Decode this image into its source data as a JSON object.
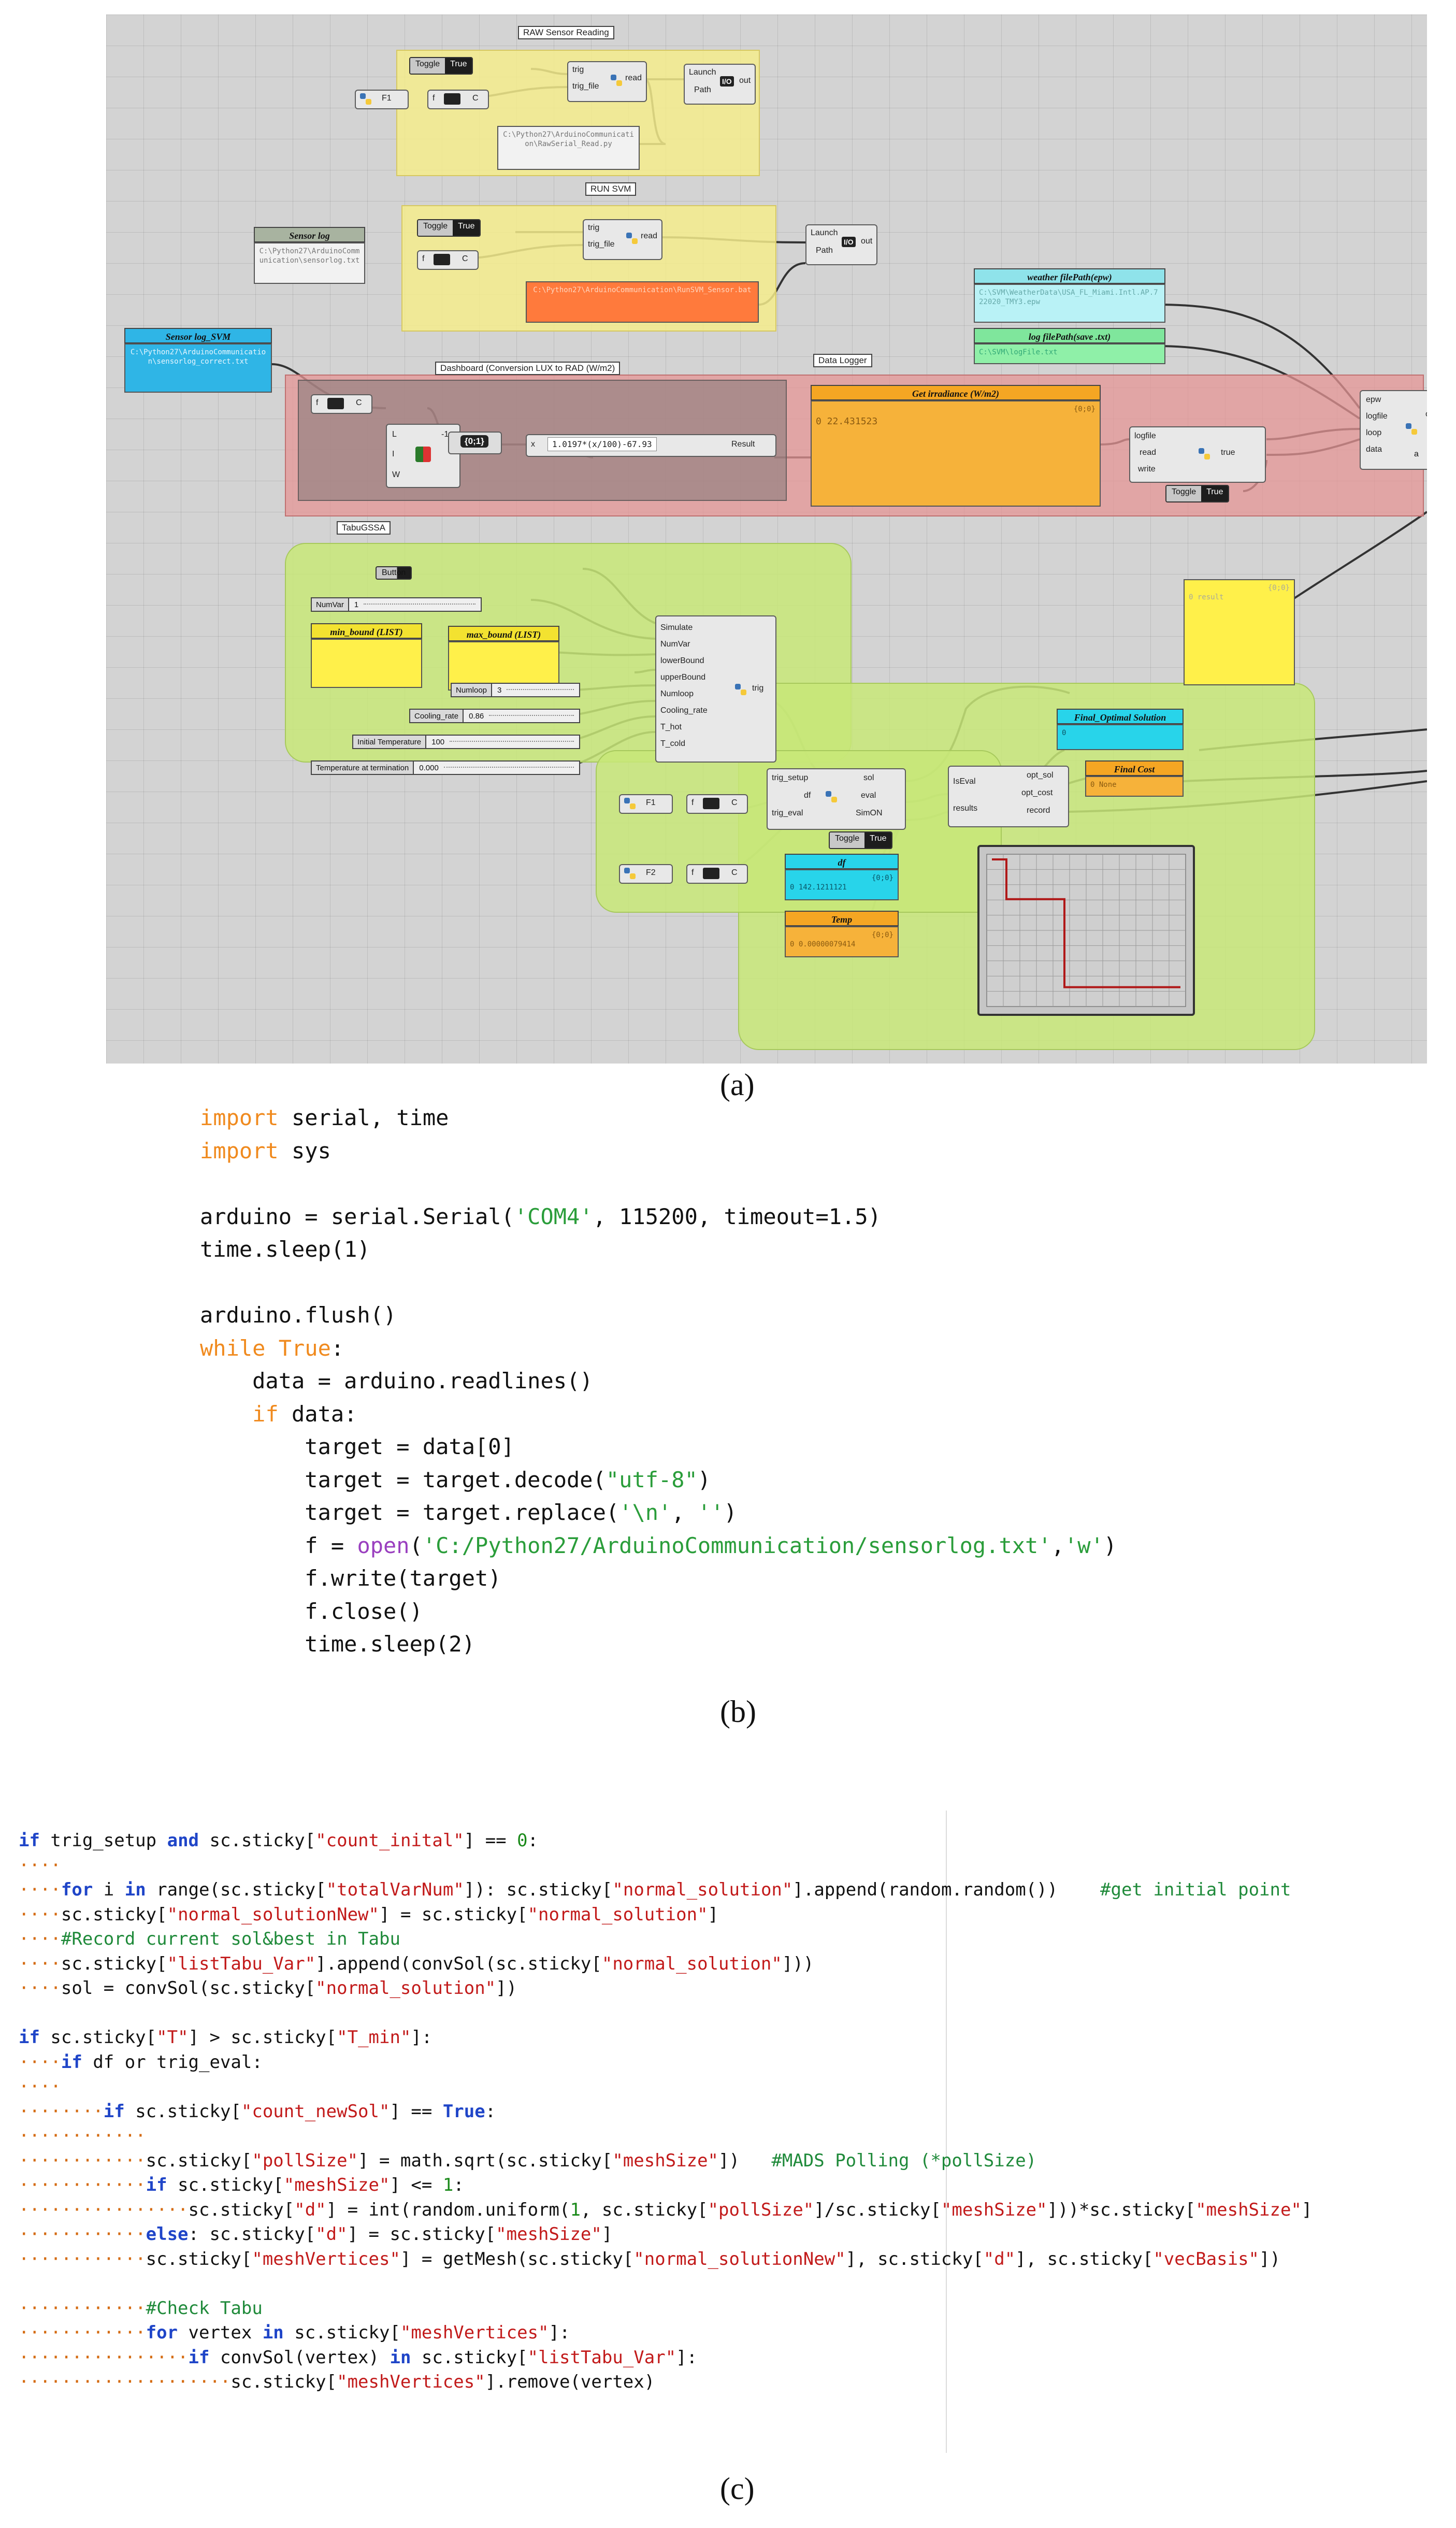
{
  "captions": {
    "a": "(a)",
    "b": "(b)",
    "c": "(c)"
  },
  "canvas": {
    "groups": {
      "raw": "RAW Sensor Reading",
      "svm": "RUN SVM",
      "dashboard": "Dashboard (Conversion LUX to RAD (W/m2)",
      "logger": "Data Logger",
      "tabu": "TabuGSSA"
    },
    "raw_sensor": {
      "toggle_label": "Toggle",
      "toggle_value": "True",
      "f1": "F1",
      "f": "f",
      "c": "C",
      "py_in1": "trig",
      "py_in2": "trig_file",
      "py_out": "read",
      "launch_in1": "Launch",
      "launch_in2": "Path",
      "launch_io": "I/O",
      "launch_out": "out",
      "path_text": "C:\\Python27\\ArduinoCommunication\\RawSerial_Read.py"
    },
    "run_svm": {
      "toggle_label": "Toggle",
      "toggle_value": "True",
      "sensor_log_title": "Sensor log",
      "sensor_log_path": "C:\\Python27\\ArduinoCommunication\\sensorlog.txt",
      "f": "f",
      "c": "C",
      "py_in1": "trig",
      "py_in2": "trig_file",
      "py_out": "read",
      "launch_in1": "Launch",
      "launch_in2": "Path",
      "launch_io": "I/O",
      "launch_out": "out",
      "run_path": "C:\\Python27\\ArduinoCommunication\\RunSVM_Sensor.bat"
    },
    "sensor_log_svm": {
      "title": "Sensor log_SVM",
      "path": "C:\\Python27\\ArduinoCommunication\\sensorlog_correct.txt"
    },
    "dashboard": {
      "f": "f",
      "c": "C",
      "l_port": "L",
      "i_port": "I",
      "w_port": "W",
      "neg1": "-1",
      "bracket": "{0;1}",
      "x_port": "x",
      "expression": "1.0197*(x/100)-67.93",
      "result": "Result"
    },
    "irradiance": {
      "title": "Get irradiance (W/m2)",
      "path": "{0;0}",
      "value": "0 22.431523"
    },
    "logger": {
      "weather_title": "weather filePath(epw)",
      "weather_path": "C:\\SVM\\WeatherData\\USA_FL_Miami.Intl.AP.722020_TMY3.epw",
      "log_title": "log filePath(save .txt)",
      "log_path": "C:\\SVM\\logFile.txt",
      "logfile": "logfile",
      "read": "read",
      "write": "write",
      "true_out": "true",
      "toggle_label": "Toggle",
      "toggle_value": "True",
      "in_epw": "epw",
      "in_logfile": "logfile",
      "in_loop": "loop",
      "in_data": "data",
      "out_out": "out",
      "out_a": "a"
    },
    "tabu": {
      "button": "Button",
      "numvar_label": "NumVar",
      "numvar_value": "1",
      "min_bound": "min_bound (LIST)",
      "max_bound": "max_bound (LIST)",
      "numloop_label": "Numloop",
      "numloop_value": "3",
      "cooling_label": "Cooling_rate",
      "cooling_value": "0.86",
      "init_temp_label": "Initial Temperature",
      "init_temp_value": "100",
      "term_temp_label": "Temperature at termination",
      "term_temp_value": "0.000",
      "inputs": [
        "Simulate",
        "NumVar",
        "lowerBound",
        "upperBound",
        "Numloop",
        "Cooling_rate",
        "T_hot",
        "T_cold"
      ],
      "out_trig": "trig",
      "f1": "F1",
      "f2": "F2",
      "f": "f",
      "c": "C",
      "eval_in": [
        "trig_setup",
        "df",
        "trig_eval"
      ],
      "eval_out": [
        "sol",
        "eval",
        "SimON"
      ],
      "res_in": [
        "IsEval",
        "results"
      ],
      "res_out": [
        "opt_sol",
        "opt_cost",
        "record"
      ],
      "toggle_label": "Toggle",
      "toggle_value": "True",
      "df_title": "df",
      "df_path": "{0;0}",
      "df_value": "0 142.1211121",
      "temp_title": "Temp",
      "temp_path": "{0;0}",
      "temp_value": "0 0.00000079414",
      "final_opt_title": "Final_Optimal Solution",
      "final_opt_value": "0",
      "final_cost_title": "Final Cost",
      "final_cost_value": "0 None",
      "top_panel_path": "{0;0}",
      "top_panel_value": "0 result"
    },
    "chart_data": {
      "type": "line",
      "x": [
        0,
        1,
        2,
        3,
        4,
        5,
        6,
        7,
        8,
        9,
        10,
        11,
        12,
        13
      ],
      "series": [
        {
          "values": [
            1.0,
            0.72,
            0.72,
            0.72,
            0.72,
            0.1,
            0.1,
            0.1,
            0.1,
            0.1,
            0.1,
            0.1,
            0.1,
            0.1
          ]
        }
      ],
      "ylim": [
        0,
        1
      ],
      "color": "#b01818"
    }
  },
  "code_b": [
    "import serial, time",
    "import sys",
    "",
    "arduino = serial.Serial('COM4', 115200, timeout=1.5)",
    "time.sleep(1)",
    "",
    "arduino.flush()",
    "while True:",
    "    data = arduino.readlines()",
    "    if data:",
    "        target = data[0]",
    "        target = target.decode(\"utf-8\")",
    "        target = target.replace('\\n', '')",
    "        f = open('C:/Python27/ArduinoCommunication/sensorlog.txt','w')",
    "        f.write(target)",
    "        f.close()",
    "        time.sleep(2)"
  ],
  "code_c": [
    "if trig_setup and sc.sticky[\"count_inital\"] == 0:",
    "····",
    "····for i in range(sc.sticky[\"totalVarNum\"]): sc.sticky[\"normal_solution\"].append(random.random())    #get initial point",
    "····sc.sticky[\"normal_solutionNew\"] = sc.sticky[\"normal_solution\"]",
    "····#Record current sol&best in Tabu",
    "····sc.sticky[\"listTabu_Var\"].append(convSol(sc.sticky[\"normal_solution\"]))",
    "····sol = convSol(sc.sticky[\"normal_solution\"])",
    "",
    "if sc.sticky[\"T\"] > sc.sticky[\"T_min\"]:",
    "····if df or trig_eval:",
    "····",
    "········if sc.sticky[\"count_newSol\"] == True:",
    "············",
    "············sc.sticky[\"pollSize\"] = math.sqrt(sc.sticky[\"meshSize\"])   #MADS Polling (*pollSize)",
    "············if sc.sticky[\"meshSize\"] <= 1:",
    "················sc.sticky[\"d\"] = int(random.uniform(1, sc.sticky[\"pollSize\"]/sc.sticky[\"meshSize\"]))*sc.sticky[\"meshSize\"]",
    "············else: sc.sticky[\"d\"] = sc.sticky[\"meshSize\"]",
    "············sc.sticky[\"meshVertices\"] = getMesh(sc.sticky[\"normal_solutionNew\"], sc.sticky[\"d\"], sc.sticky[\"vecBasis\"])",
    "",
    "············#Check Tabu",
    "············for vertex in sc.sticky[\"meshVertices\"]:",
    "················if convSol(vertex) in sc.sticky[\"listTabu_Var\"]:",
    "····················sc.sticky[\"meshVertices\"].remove(vertex)"
  ]
}
